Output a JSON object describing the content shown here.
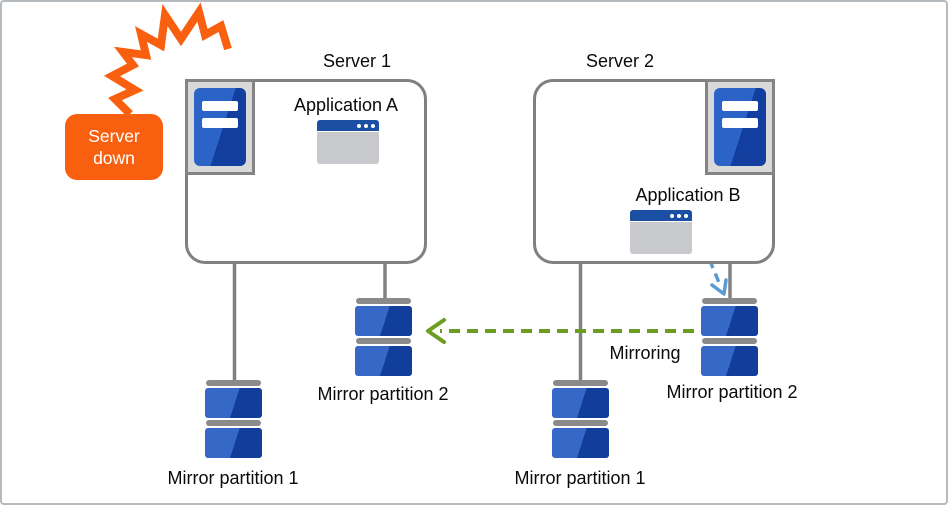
{
  "alert_badge": {
    "line1": "Server",
    "line2": "down"
  },
  "server1": {
    "label": "Server 1",
    "app_label": "Application A",
    "partition2_label": "Mirror partition 2",
    "partition1_label": "Mirror partition 1"
  },
  "server2": {
    "label": "Server 2",
    "app_label": "Application B",
    "partition2_label": "Mirror partition 2",
    "partition1_label": "Mirror partition 1"
  },
  "mirroring_label": "Mirroring",
  "colors": {
    "orange": "#f8600f",
    "green_arrow": "#6b9e20",
    "blue_arrow": "#5b9bd5",
    "connector_gray": "#808080",
    "box_border_gray": "#808080",
    "icon_frame_gray": "#d9d9d9",
    "tower_blue_light": "#2c63c6",
    "tower_blue_dark": "#123f9f",
    "disk_blue_light": "#3568c7",
    "disk_blue_dark": "#123e9b",
    "disk_cap_gray": "#8a8a8a",
    "window_titlebar_blue": "#1a4fa3",
    "window_body_gray": "#c7c9cc"
  }
}
